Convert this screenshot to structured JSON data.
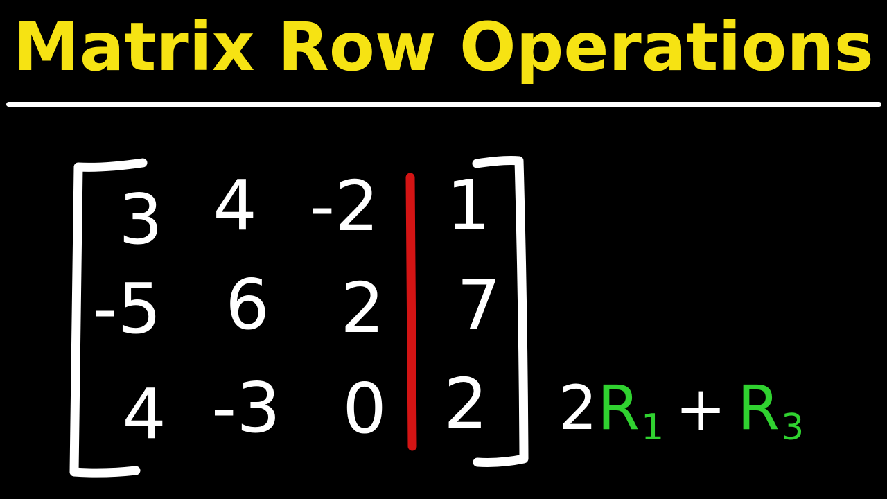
{
  "page": {
    "background_color": "#000000"
  },
  "title": {
    "text": "Matrix Row Operations",
    "color": "#f6e313"
  },
  "divider": {
    "color": "#ffffff"
  },
  "matrix": {
    "ink_color": "#ffffff",
    "separator_color": "#d31414",
    "rows": [
      [
        "3",
        "4",
        "-2",
        "1"
      ],
      [
        "-5",
        "6",
        "2",
        "7"
      ],
      [
        "4",
        "-3",
        "0",
        "2"
      ]
    ]
  },
  "annotation": {
    "parts": [
      {
        "text": "2",
        "color": "#ffffff"
      },
      {
        "text": "R",
        "sub": "1",
        "color": "#30d230"
      },
      {
        "text": "+",
        "color": "#ffffff"
      },
      {
        "text": "R",
        "sub": "3",
        "color": "#30d230"
      }
    ]
  }
}
